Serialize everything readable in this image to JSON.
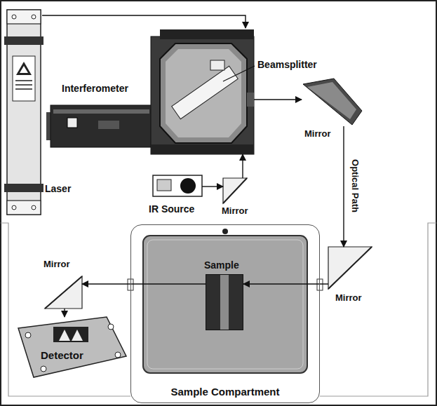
{
  "diagram": {
    "nodes": [
      {
        "text": [
          "Laser"
        ]
      },
      {
        "text": [
          "Interferometer"
        ]
      },
      {
        "text": [
          "Mirror"
        ]
      },
      {
        "text": [
          "IR Source"
        ]
      },
      {
        "text": [
          "Mirror"
        ]
      },
      {
        "text": [
          "Mirror"
        ]
      },
      {
        "text": [
          "Sample Compartment"
        ]
      },
      {
        "text": [
          "Sample"
        ],
        "in": 6
      },
      {
        "text": [
          "Mirror"
        ]
      },
      {
        "text": [
          "Detector"
        ]
      }
    ],
    "edges": [
      {
        "from": 0,
        "to": 1,
        "arrow": "to"
      },
      {
        "from": 3,
        "to": 4,
        "arrow": "to"
      },
      {
        "from": 4,
        "to": 1,
        "arrow": "to"
      },
      {
        "from": 1,
        "to": 2,
        "arrow": "to"
      },
      {
        "from": 2,
        "to": 5,
        "label": "Optical Path",
        "arrow": "to"
      },
      {
        "from": 5,
        "to": 7,
        "arrow": "to"
      },
      {
        "from": 7,
        "to": 8,
        "arrow": "to"
      },
      {
        "from": 8,
        "to": 9,
        "arrow": "to"
      }
    ],
    "labels": [
      "Beamsplitter"
    ]
  }
}
